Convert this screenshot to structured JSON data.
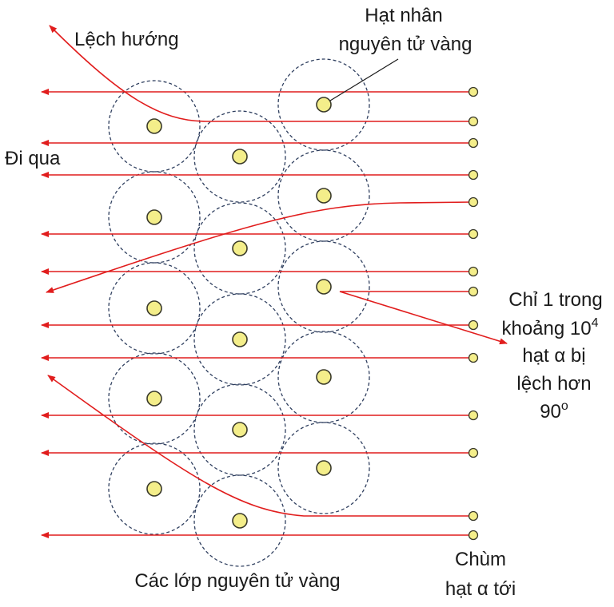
{
  "labels": {
    "deflected": "Lệch hướng",
    "pass_through": "Đi qua",
    "nucleus_line1": "Hạt nhân",
    "nucleus_line2": "nguyên tử vàng",
    "note_line1": "Chỉ 1 trong",
    "note_line2_text": "khoảng 10",
    "note_line2_sup": "4",
    "note_line3": "hạt α bị",
    "note_line4": "lệch hơn",
    "note_line5_text": "90",
    "note_line5_sup": "o",
    "layers": "Các lớp nguyên tử vàng",
    "beam_line1": "Chùm",
    "beam_line2": "hạt α tới"
  },
  "colors": {
    "ray": "#e11d1d",
    "nucleus_fill": "#f4ee8a",
    "atom_boundary": "#2f3f5f",
    "text": "#1a1a1a"
  }
}
